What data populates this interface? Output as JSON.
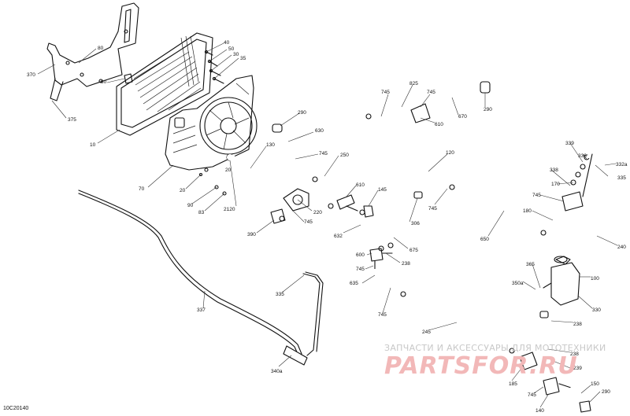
{
  "diagram": {
    "reference_code": "10C20140",
    "callouts": {
      "c370": "370",
      "c80a": "80",
      "c375": "375",
      "c10": "10",
      "c40": "40",
      "c50": "50",
      "c30a": "30",
      "c35": "35",
      "c80b": "80",
      "c70": "70",
      "c20a": "20",
      "c20b": "20",
      "c90": "90",
      "c83": "83",
      "c2120": "2120",
      "c290a": "290",
      "c630": "630",
      "c130": "130",
      "c745a": "745",
      "c250": "250",
      "c610a": "610",
      "c145": "145",
      "c220": "220",
      "c745b": "745",
      "c390": "390",
      "c632": "632",
      "c306": "306",
      "c675": "675",
      "c600": "600",
      "c238a": "238",
      "c745c": "745",
      "c635": "635",
      "c745d": "745",
      "c335": "335",
      "c337": "337",
      "c340a": "340a",
      "c745e": "745",
      "c825": "825",
      "c745f": "745",
      "c670": "670",
      "c290b": "290",
      "c610b": "610",
      "c120": "120",
      "c745g": "745",
      "c650": "650",
      "c339": "339",
      "c336": "336",
      "c332a": "332a",
      "c338": "338",
      "c335b": "335",
      "c170": "170",
      "c745h": "745",
      "c180": "180",
      "c240": "240",
      "c365": "365",
      "c350a": "350a",
      "c100": "100",
      "c330": "330",
      "c238b": "238",
      "c245": "245",
      "c238c": "238",
      "c239": "239",
      "c185": "185",
      "c745i": "745",
      "c150": "150",
      "c290c": "290",
      "c140": "140"
    }
  },
  "watermark": {
    "text": "ЗАПЧАСТИ И АКСЕССУАРЫ ДЛЯ МОТОТЕХНИКИ",
    "logo": "PARTSFOR.RU"
  }
}
